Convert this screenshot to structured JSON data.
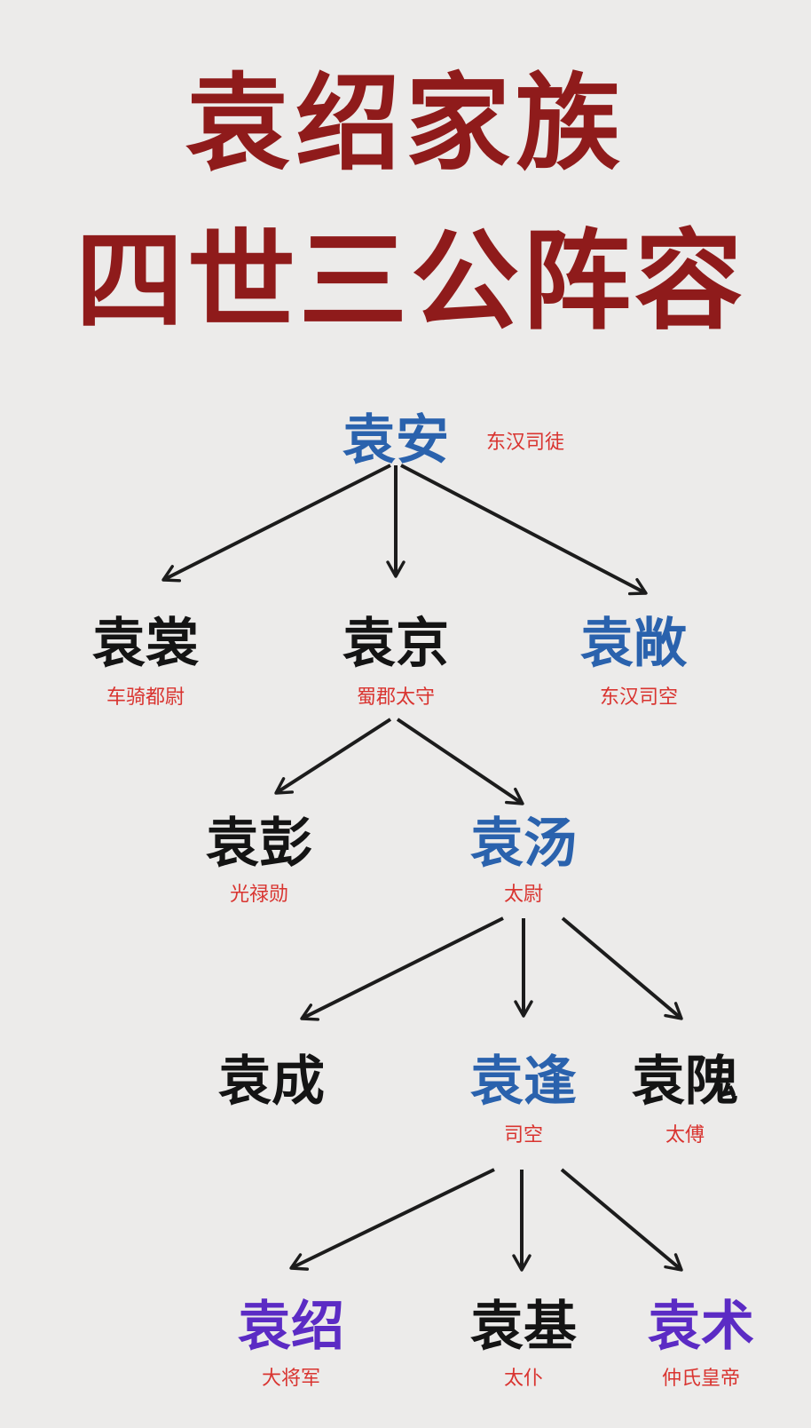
{
  "title": {
    "line1": "袁绍家族",
    "line2": "四世三公阵容"
  },
  "colors": {
    "title": "#8f1b1b",
    "role": "#d93430",
    "blue": "#2a62ad",
    "black": "#141414",
    "purple": "#5b2bc4",
    "edge": "#1c1c1c"
  },
  "tree": {
    "yuan_an": {
      "name": "袁安",
      "role": "东汉司徒",
      "color": "blue"
    },
    "yuan_shang": {
      "name": "袁裳",
      "role": "车骑都尉",
      "color": "black"
    },
    "yuan_jing": {
      "name": "袁京",
      "role": "蜀郡太守",
      "color": "black"
    },
    "yuan_chang": {
      "name": "袁敞",
      "role": "东汉司空",
      "color": "blue"
    },
    "yuan_peng": {
      "name": "袁彭",
      "role": "光禄勋",
      "color": "black"
    },
    "yuan_tang": {
      "name": "袁汤",
      "role": "太尉",
      "color": "blue"
    },
    "yuan_cheng": {
      "name": "袁成",
      "role": "",
      "color": "black"
    },
    "yuan_feng": {
      "name": "袁逢",
      "role": "司空",
      "color": "blue"
    },
    "yuan_wei": {
      "name": "袁隗",
      "role": "太傅",
      "color": "black"
    },
    "yuan_shao": {
      "name": "袁绍",
      "role": "大将军",
      "color": "purple"
    },
    "yuan_ji": {
      "name": "袁基",
      "role": "太仆",
      "color": "black"
    },
    "yuan_shu": {
      "name": "袁术",
      "role": "仲氏皇帝",
      "color": "purple"
    }
  },
  "edges": [
    [
      "yuan_an",
      "yuan_shang"
    ],
    [
      "yuan_an",
      "yuan_jing"
    ],
    [
      "yuan_an",
      "yuan_chang"
    ],
    [
      "yuan_jing",
      "yuan_peng"
    ],
    [
      "yuan_jing",
      "yuan_tang"
    ],
    [
      "yuan_tang",
      "yuan_cheng"
    ],
    [
      "yuan_tang",
      "yuan_feng"
    ],
    [
      "yuan_tang",
      "yuan_wei"
    ],
    [
      "yuan_feng",
      "yuan_shao"
    ],
    [
      "yuan_feng",
      "yuan_ji"
    ],
    [
      "yuan_feng",
      "yuan_shu"
    ]
  ]
}
